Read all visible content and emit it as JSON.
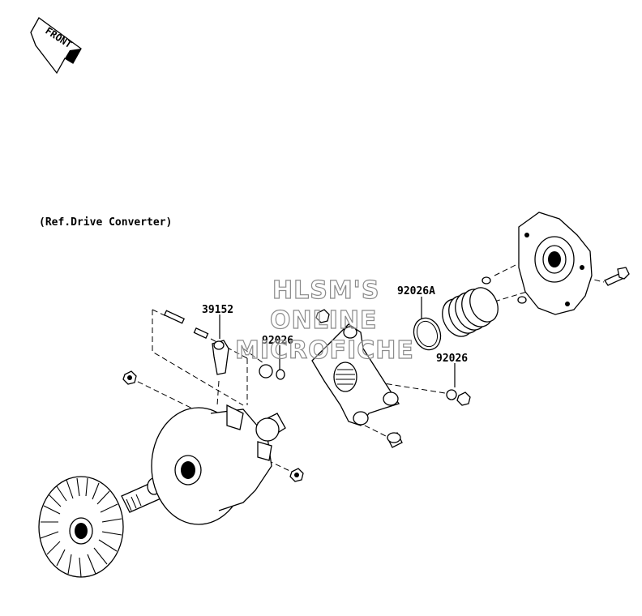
{
  "front_badge": {
    "text": "FRONT"
  },
  "reference_note": "(Ref.Drive Converter)",
  "watermark": {
    "lines": [
      "HLSM'S",
      "ONLINE",
      "MICROFICHE"
    ],
    "color": "#8a8a8a"
  },
  "part_labels": {
    "roller_weight": "39152",
    "washer_left": "92026",
    "ring": "92026A",
    "washer_right": "92026"
  }
}
